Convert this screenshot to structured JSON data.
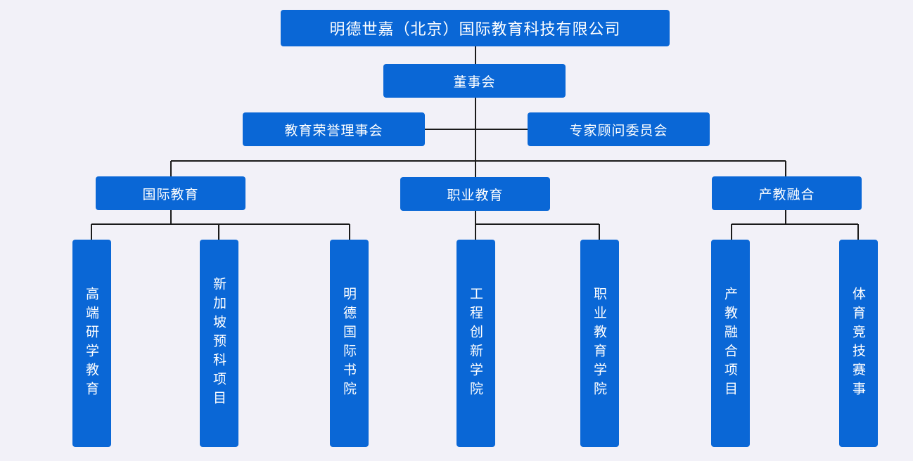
{
  "org": {
    "root": "明德世嘉（北京）国际教育科技有限公司",
    "board": "董事会",
    "honor_council": "教育荣誉理事会",
    "expert_committee": "专家顾问委员会",
    "divisions": {
      "international": "国际教育",
      "vocational": "职业教育",
      "industry": "产教融合"
    },
    "units": {
      "u1": "高端研学教育",
      "u2": "新加坡预科项目",
      "u3": "明德国际书院",
      "u4": "工程创新学院",
      "u5": "职业教育学院",
      "u6": "产教融合项目",
      "u7": "体育竞技赛事"
    }
  },
  "colors": {
    "box": "#0a67d6",
    "text": "#ffffff",
    "line": "#1a1a1a",
    "background": "#f2f1f8"
  }
}
